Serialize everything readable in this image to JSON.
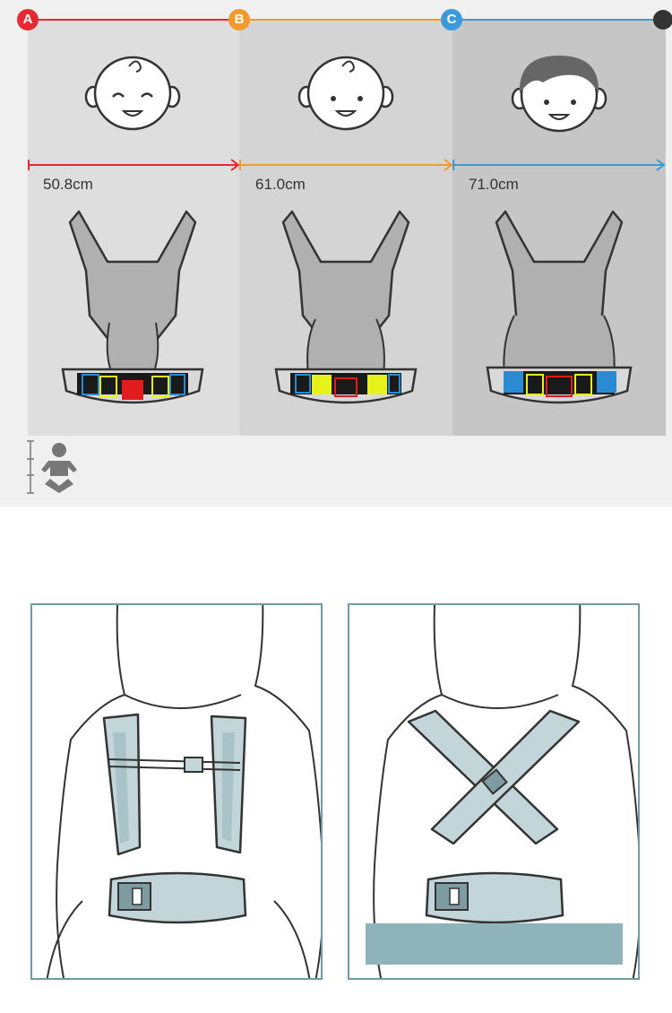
{
  "size_chart": {
    "stages": [
      {
        "badge": "A",
        "measurement": "50.8cm",
        "color": "#e52a36"
      },
      {
        "badge": "B",
        "measurement": "61.0cm",
        "color": "#f29a2e"
      },
      {
        "badge": "C",
        "measurement": "71.0cm",
        "color": "#3b9bd8"
      }
    ],
    "end_dot_color": "#333333",
    "icon": "baby-height-icon"
  },
  "usage_panels": [
    {
      "name": "back-carry-straight-straps",
      "icon": "parallel-straps-illustration"
    },
    {
      "name": "back-carry-crossed-straps",
      "icon": "crossed-straps-illustration"
    }
  ],
  "colors": {
    "carrier_gray": "#b0b0b0",
    "strap_blue": "#c2d5d8",
    "panel_border": "#6f9aa6",
    "cover_bar": "#8fb3ba",
    "pad_yellow": "#e6f21a",
    "pad_red": "#e21c1c",
    "pad_blue": "#2a8ad2"
  }
}
